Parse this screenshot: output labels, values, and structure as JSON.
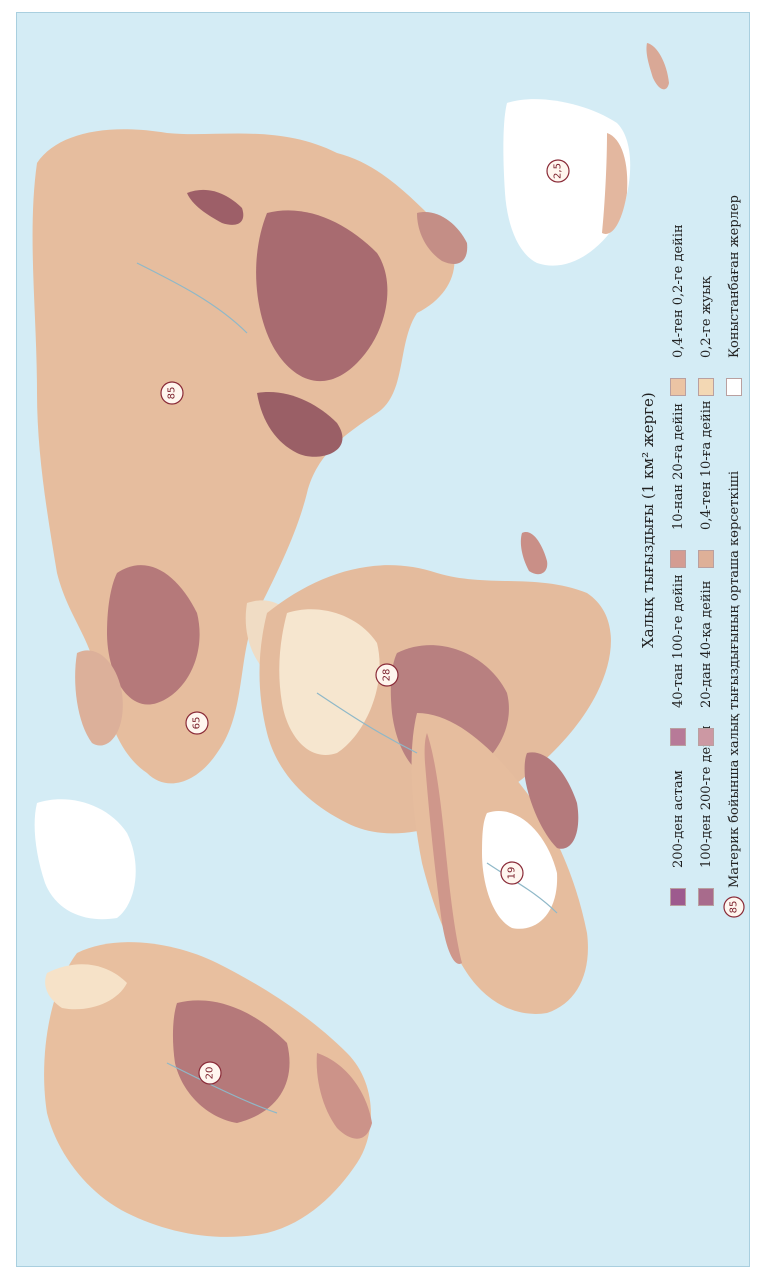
{
  "legend": {
    "title": "Халық тығыздығы (1 км² жерге)",
    "items": [
      {
        "label": "200-ден астам",
        "color": "#9d5a8e"
      },
      {
        "label": "100-ден 200-ге дейін",
        "color": "#a86b8c"
      },
      {
        "label": "40-тан 100-ге дейін",
        "color": "#b77a98"
      },
      {
        "label": "20-дан 40-қа дейін",
        "color": "#cc98a3"
      },
      {
        "label": "10-нан 20-ға дейін",
        "color": "#d49c92"
      },
      {
        "label": "0,4-тен 10-ға дейін",
        "color": "#deb098"
      },
      {
        "label": "0,4-тен 0,2-ге дейін",
        "color": "#ebc4a4"
      },
      {
        "label": "0,2-ге жуық",
        "color": "#f3d8b4"
      },
      {
        "label": "Қоныстанбаған жерлер",
        "color": "#ffffff"
      }
    ],
    "note_symbol": "85",
    "note": "Материк бойынша халық тығыздығының орташа көрсеткіші"
  },
  "map": {
    "ocean_color": "#d4ecf5",
    "badges": {
      "eurasia": "85",
      "europe": "65",
      "africa": "28",
      "australia": "2,5",
      "north_america": "20",
      "south_america": "19"
    }
  }
}
